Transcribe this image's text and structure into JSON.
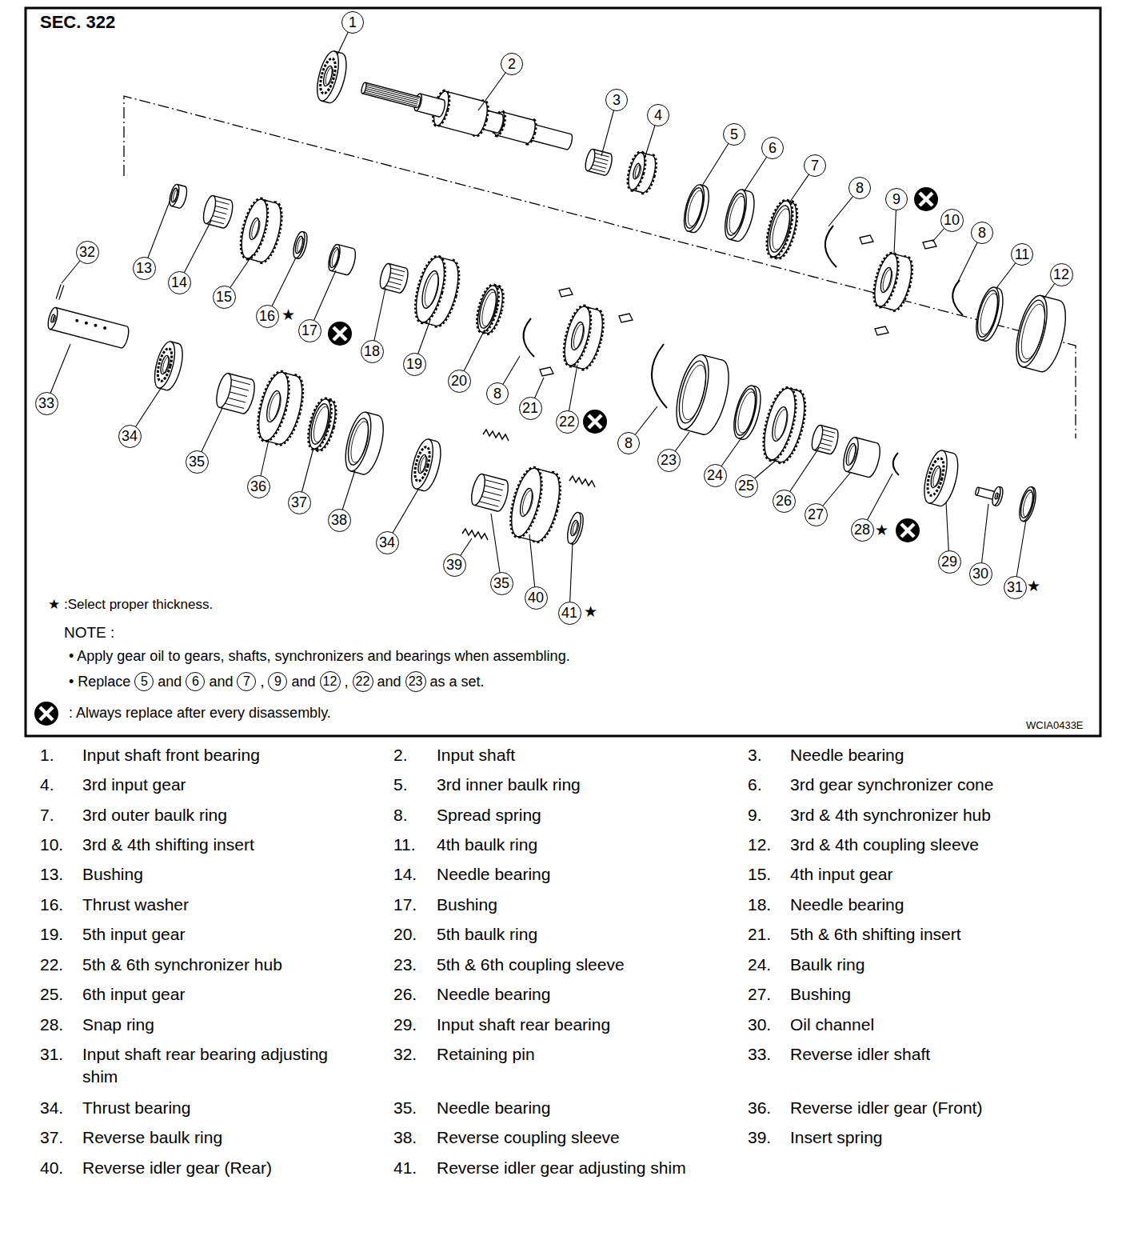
{
  "diagram": {
    "title": "SEC. 322",
    "nodes": [
      {
        "text": [
          "1"
        ]
      },
      {
        "text": [
          "2"
        ]
      },
      {
        "text": [
          "3"
        ]
      },
      {
        "text": [
          "4"
        ]
      },
      {
        "text": [
          "5"
        ]
      },
      {
        "text": [
          "6"
        ]
      },
      {
        "text": [
          "7"
        ]
      },
      {
        "text": [
          "8"
        ]
      },
      {
        "text": [
          "9"
        ]
      },
      {
        "text": [
          "10"
        ]
      },
      {
        "text": [
          "8"
        ]
      },
      {
        "text": [
          "11"
        ]
      },
      {
        "text": [
          "12"
        ]
      },
      {
        "text": [
          "32"
        ]
      },
      {
        "text": [
          "13"
        ]
      },
      {
        "text": [
          "14"
        ]
      },
      {
        "text": [
          "15"
        ]
      },
      {
        "text": [
          "16"
        ]
      },
      {
        "text": [
          "17"
        ]
      },
      {
        "text": [
          "18"
        ]
      },
      {
        "text": [
          "19"
        ]
      },
      {
        "text": [
          "20"
        ]
      },
      {
        "text": [
          "8"
        ]
      },
      {
        "text": [
          "21"
        ]
      },
      {
        "text": [
          "22"
        ]
      },
      {
        "text": [
          "8"
        ]
      },
      {
        "text": [
          "23"
        ]
      },
      {
        "text": [
          "24"
        ]
      },
      {
        "text": [
          "25"
        ]
      },
      {
        "text": [
          "26"
        ]
      },
      {
        "text": [
          "27"
        ]
      },
      {
        "text": [
          "28"
        ]
      },
      {
        "text": [
          "29"
        ]
      },
      {
        "text": [
          "30"
        ]
      },
      {
        "text": [
          "31"
        ]
      },
      {
        "text": [
          "33"
        ]
      },
      {
        "text": [
          "34"
        ]
      },
      {
        "text": [
          "35"
        ]
      },
      {
        "text": [
          "36"
        ]
      },
      {
        "text": [
          "37"
        ]
      },
      {
        "text": [
          "38"
        ]
      },
      {
        "text": [
          "34"
        ]
      },
      {
        "text": [
          "39"
        ]
      },
      {
        "text": [
          "35"
        ]
      },
      {
        "text": [
          "40"
        ]
      },
      {
        "text": [
          "41"
        ]
      },
      {
        "text": [
          "5"
        ]
      },
      {
        "text": [
          "6"
        ]
      },
      {
        "text": [
          "7"
        ]
      },
      {
        "text": [
          "9"
        ]
      },
      {
        "text": [
          "12"
        ]
      },
      {
        "text": [
          "22"
        ]
      },
      {
        "text": [
          "23"
        ]
      }
    ],
    "labels": [
      "★",
      "★",
      "★",
      "★",
      "★ :Select proper thickness.",
      "NOTE :",
      "• Apply gear oil to gears, shafts, synchronizers and bearings when assembling.",
      "• Replace",
      "and",
      "and",
      ",",
      "and",
      ",",
      "and",
      "as a set.",
      "WCIA0433E",
      "1.",
      "Input shaft front bearing",
      "2.",
      "Input shaft",
      "3.",
      "Needle bearing",
      "4.",
      "3rd input gear",
      "5.",
      "3rd inner baulk ring",
      "6.",
      "3rd gear synchronizer cone",
      "7.",
      "3rd outer baulk ring",
      "8.",
      "Spread spring",
      "9.",
      "3rd & 4th synchronizer hub",
      "10.",
      "3rd & 4th shifting insert",
      "11.",
      "4th baulk ring",
      "12.",
      "3rd & 4th coupling sleeve",
      "13.",
      "Bushing",
      "14.",
      "Needle bearing",
      "15.",
      "4th input gear",
      "16.",
      "Thrust washer",
      "17.",
      "Bushing",
      "18.",
      "Needle bearing",
      "19.",
      "5th input gear",
      "20.",
      "5th baulk ring",
      "21.",
      "5th & 6th shifting insert",
      "22.",
      "5th & 6th synchronizer hub",
      "23.",
      "5th & 6th coupling sleeve",
      "24.",
      "Baulk ring",
      "25.",
      "6th input gear",
      "26.",
      "Needle bearing",
      "27.",
      "Bushing",
      "28.",
      "Snap ring",
      "29.",
      "Input shaft rear bearing",
      "30.",
      "Oil channel",
      "31.",
      "Input shaft rear bearing adjusting shim",
      "32.",
      "Retaining pin",
      "33.",
      "Reverse idler shaft",
      "34.",
      "Thrust bearing",
      "35.",
      "Needle bearing",
      "36.",
      "Reverse idler gear (Front)",
      "37.",
      "Reverse baulk ring",
      "38.",
      "Reverse coupling sleeve",
      "39.",
      "Insert spring",
      "40.",
      "Reverse idler gear (Rear)",
      "41.",
      "Reverse idler gear adjusting shim"
    ],
    "legend": [
      {
        "text": ": Always replace after every disassembly."
      }
    ]
  }
}
